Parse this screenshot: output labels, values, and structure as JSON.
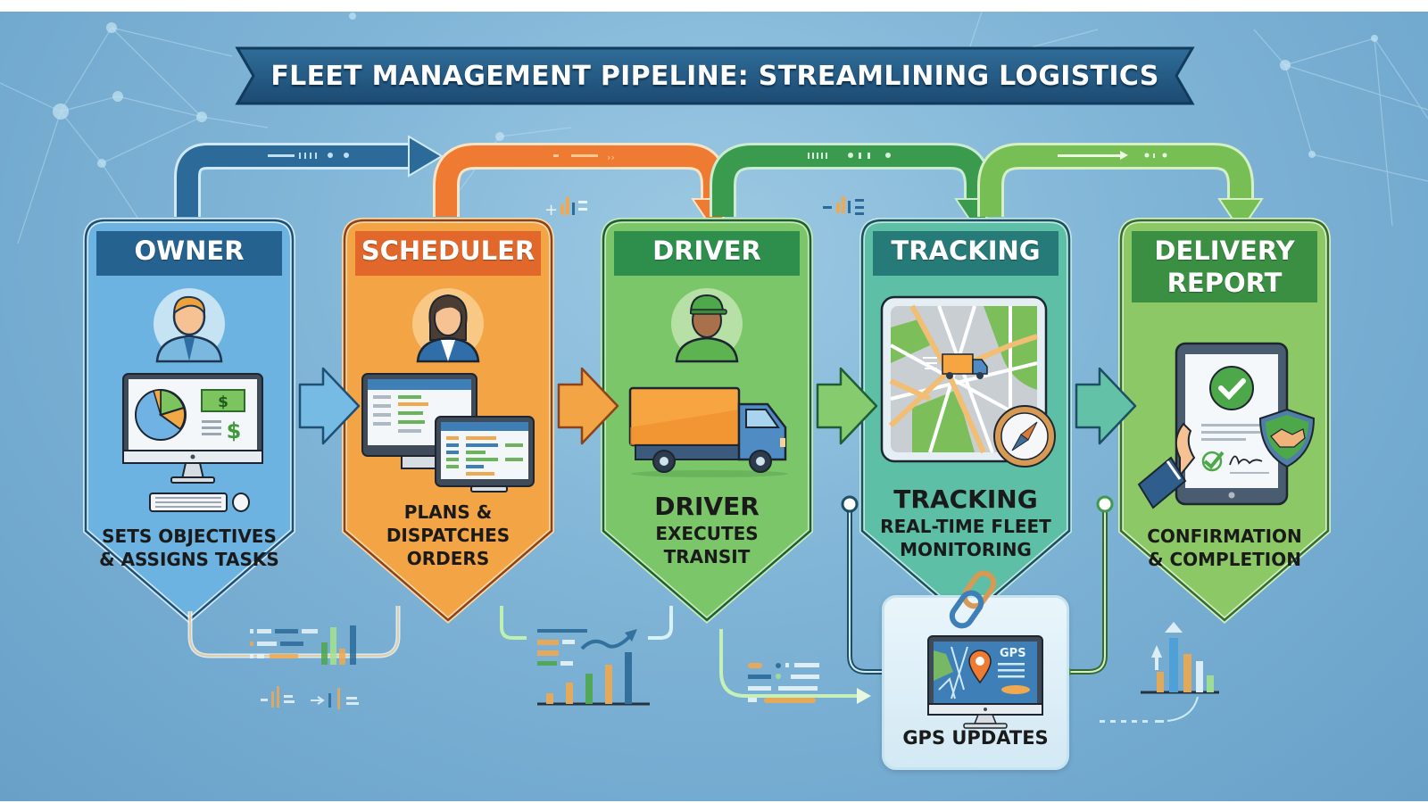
{
  "title": "FLEET MANAGEMENT PIPELINE: STREAMLINING LOGISTICS",
  "stages": [
    {
      "id": "owner",
      "title": "OWNER",
      "description": [
        "SETS OBJECTIVES",
        "& ASSIGNS TASKS"
      ],
      "icon": "businessman-avatar-icon",
      "illustration": "financial-dashboard-monitor-icon",
      "colors": {
        "header": "#25628f",
        "body": "#6db3e1",
        "border": "#1e4f75"
      }
    },
    {
      "id": "scheduler",
      "title": "SCHEDULER",
      "description": [
        "PLANS &",
        "DISPATCHES",
        "ORDERS"
      ],
      "icon": "businesswoman-avatar-icon",
      "illustration": "dual-monitor-schedule-icon",
      "colors": {
        "header": "#e2672a",
        "body": "#f3a445",
        "border": "#8c4319"
      }
    },
    {
      "id": "driver",
      "title": "DRIVER",
      "heading": "DRIVER",
      "description": [
        "EXECUTES",
        "TRANSIT"
      ],
      "icon": "driver-cap-avatar-icon",
      "illustration": "delivery-truck-icon",
      "colors": {
        "header": "#2e8e4c",
        "body": "#7cc66a",
        "border": "#1f5e34"
      }
    },
    {
      "id": "tracking",
      "title": "TRACKING",
      "heading": "TRACKING",
      "description": [
        "REAL-TIME FLEET",
        "MONITORING"
      ],
      "illustration": "map-with-compass-icon",
      "colors": {
        "header": "#267a78",
        "body": "#5dbfa6",
        "border": "#1d4f63"
      }
    },
    {
      "id": "delivery_report",
      "title": "DELIVERY REPORT",
      "description": [
        "CONFIRMATION",
        "& COMPLETION"
      ],
      "illustration": "tablet-signed-confirmation-icon",
      "colors": {
        "header": "#3b8f43",
        "body": "#8cc865",
        "border": "#356b32"
      }
    }
  ],
  "gps_module": {
    "label": "GPS UPDATES",
    "screen_text": "GPS",
    "icon": "gps-monitor-icon",
    "link_icon": "chain-link-icon"
  },
  "flow_arrows": [
    {
      "from": "owner",
      "to": "scheduler",
      "color": "#2b6a99"
    },
    {
      "from": "scheduler",
      "to": "driver",
      "color": "#ee7b31"
    },
    {
      "from": "driver",
      "to": "tracking",
      "color": "#3a9a4d"
    },
    {
      "from": "tracking",
      "to": "delivery_report",
      "color": "#77bf55"
    }
  ]
}
